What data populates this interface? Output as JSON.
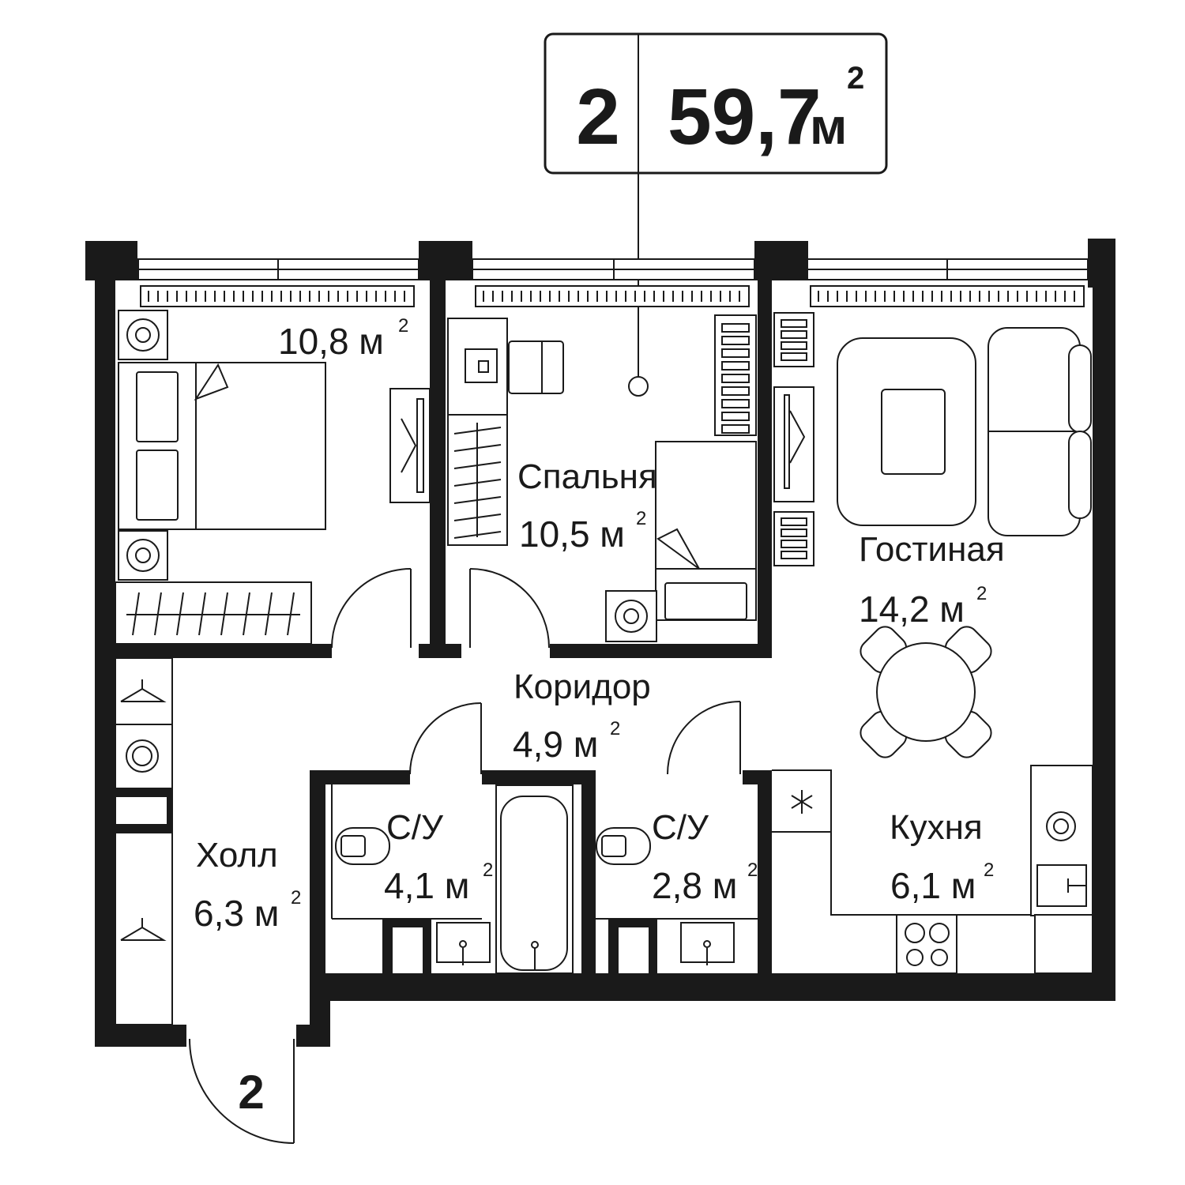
{
  "header": {
    "rooms_count": "2",
    "total_area_value": "59,7",
    "total_area_unit": "м",
    "area_sup": "2"
  },
  "rooms": {
    "bedroom_left": {
      "name": "",
      "area": "10,8 м"
    },
    "bedroom": {
      "name": "Спальня",
      "area": "10,5 м"
    },
    "living": {
      "name": "Гостиная",
      "area": "14,2 м"
    },
    "corridor": {
      "name": "Коридор",
      "area": "4,9 м"
    },
    "bath1": {
      "name": "С/У",
      "area": "4,1 м"
    },
    "bath2": {
      "name": "С/У",
      "area": "2,8 м"
    },
    "kitchen": {
      "name": "Кухня",
      "area": "6,1 м"
    },
    "hall": {
      "name": "Холл",
      "area": "6,3 м"
    }
  },
  "entrance": {
    "number": "2"
  },
  "sup": "2"
}
